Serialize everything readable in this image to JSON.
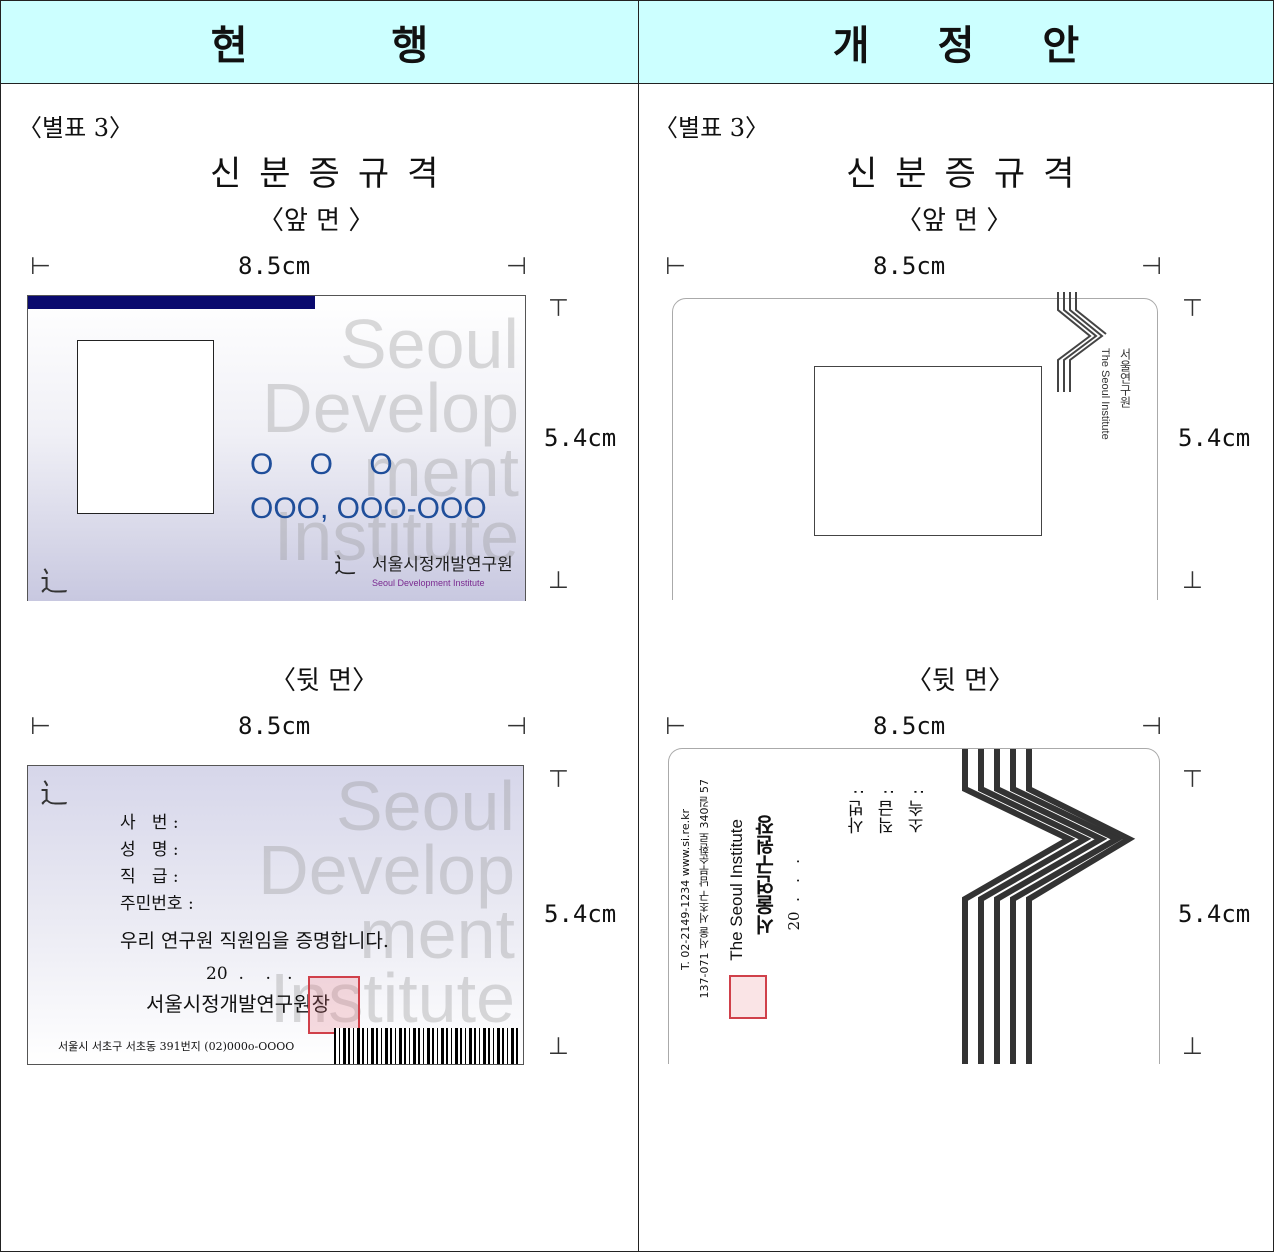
{
  "header": {
    "current": [
      "현",
      "행"
    ],
    "proposed": [
      "개",
      "정",
      "안"
    ]
  },
  "left": {
    "table_label": "〈별표 3〉",
    "title": "신분증규격",
    "front_label": "〈앞 면 〉",
    "back_label": "〈뒷 면〉",
    "width_dim": "8.5cm",
    "height_dim": "5.4cm",
    "front_card": {
      "watermark": [
        "Seoul",
        "Develop",
        "ment",
        "Institute"
      ],
      "name_placeholder": "O O O",
      "id_placeholder": "OOO, OOO-OOO",
      "org_name": "서울시정개발연구원",
      "org_name_en": "Seoul Development Institute"
    },
    "back_card": {
      "watermark": [
        "Seoul",
        "Develop",
        "ment",
        "Institute"
      ],
      "fields": [
        "사   번 :",
        "성   명 :",
        "직   급 :",
        "주민번호 :"
      ],
      "statement": "우리 연구원 직원임을 증명합니다.",
      "date": "20  .    .   .",
      "issuer": "서울시정개발연구원장",
      "address": "서울시 서초구 서초동 391번지 (02)000o-OOOO"
    }
  },
  "right": {
    "table_label": "〈별표 3〉",
    "title": "신분증규격",
    "front_label": "〈앞 면 〉",
    "back_label": "〈뒷 면〉",
    "width_dim": "8.5cm",
    "height_dim": "5.4cm",
    "front_card": {
      "org_name": "서울연구원",
      "org_name_en": "The Seoul Institute"
    },
    "back_card": {
      "fields": [
        "소속 :",
        "직급 :",
        "사번 :"
      ],
      "date": "20  .   .   .",
      "issuer": "서울연구원장",
      "issuer_en": "The Seoul Institute",
      "address": "137-071 서울 서초구 남부순환로 340길 57",
      "contact": "T. 02-2149-1234  www.si.re.kr"
    }
  },
  "colors": {
    "header_bg": "#ccffff",
    "navy_bar": "#0a0a6e",
    "id_text": "#1f4e9a",
    "stamp": "#d0404a"
  }
}
